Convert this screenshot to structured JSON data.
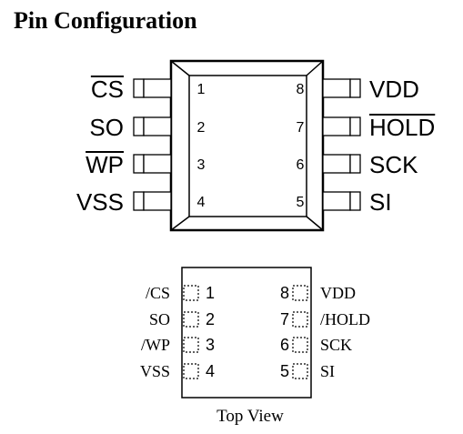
{
  "title": "Pin Configuration",
  "package_top": {
    "left_pins": [
      {
        "name": "CS",
        "number": "1",
        "overbar": true
      },
      {
        "name": "SO",
        "number": "2",
        "overbar": false
      },
      {
        "name": "WP",
        "number": "3",
        "overbar": true
      },
      {
        "name": "VSS",
        "number": "4",
        "overbar": false
      }
    ],
    "right_pins": [
      {
        "name": "VDD",
        "number": "8",
        "overbar": false
      },
      {
        "name": "HOLD",
        "number": "7",
        "overbar": true
      },
      {
        "name": "SCK",
        "number": "6",
        "overbar": false
      },
      {
        "name": "SI",
        "number": "5",
        "overbar": false
      }
    ]
  },
  "package_bottom": {
    "left_pins": [
      {
        "name": "/CS",
        "number": "1"
      },
      {
        "name": "SO",
        "number": "2"
      },
      {
        "name": "/WP",
        "number": "3"
      },
      {
        "name": "VSS",
        "number": "4"
      }
    ],
    "right_pins": [
      {
        "name": "VDD",
        "number": "8"
      },
      {
        "name": "/HOLD",
        "number": "7"
      },
      {
        "name": "SCK",
        "number": "6"
      },
      {
        "name": "SI",
        "number": "5"
      }
    ],
    "caption": "Top View"
  }
}
